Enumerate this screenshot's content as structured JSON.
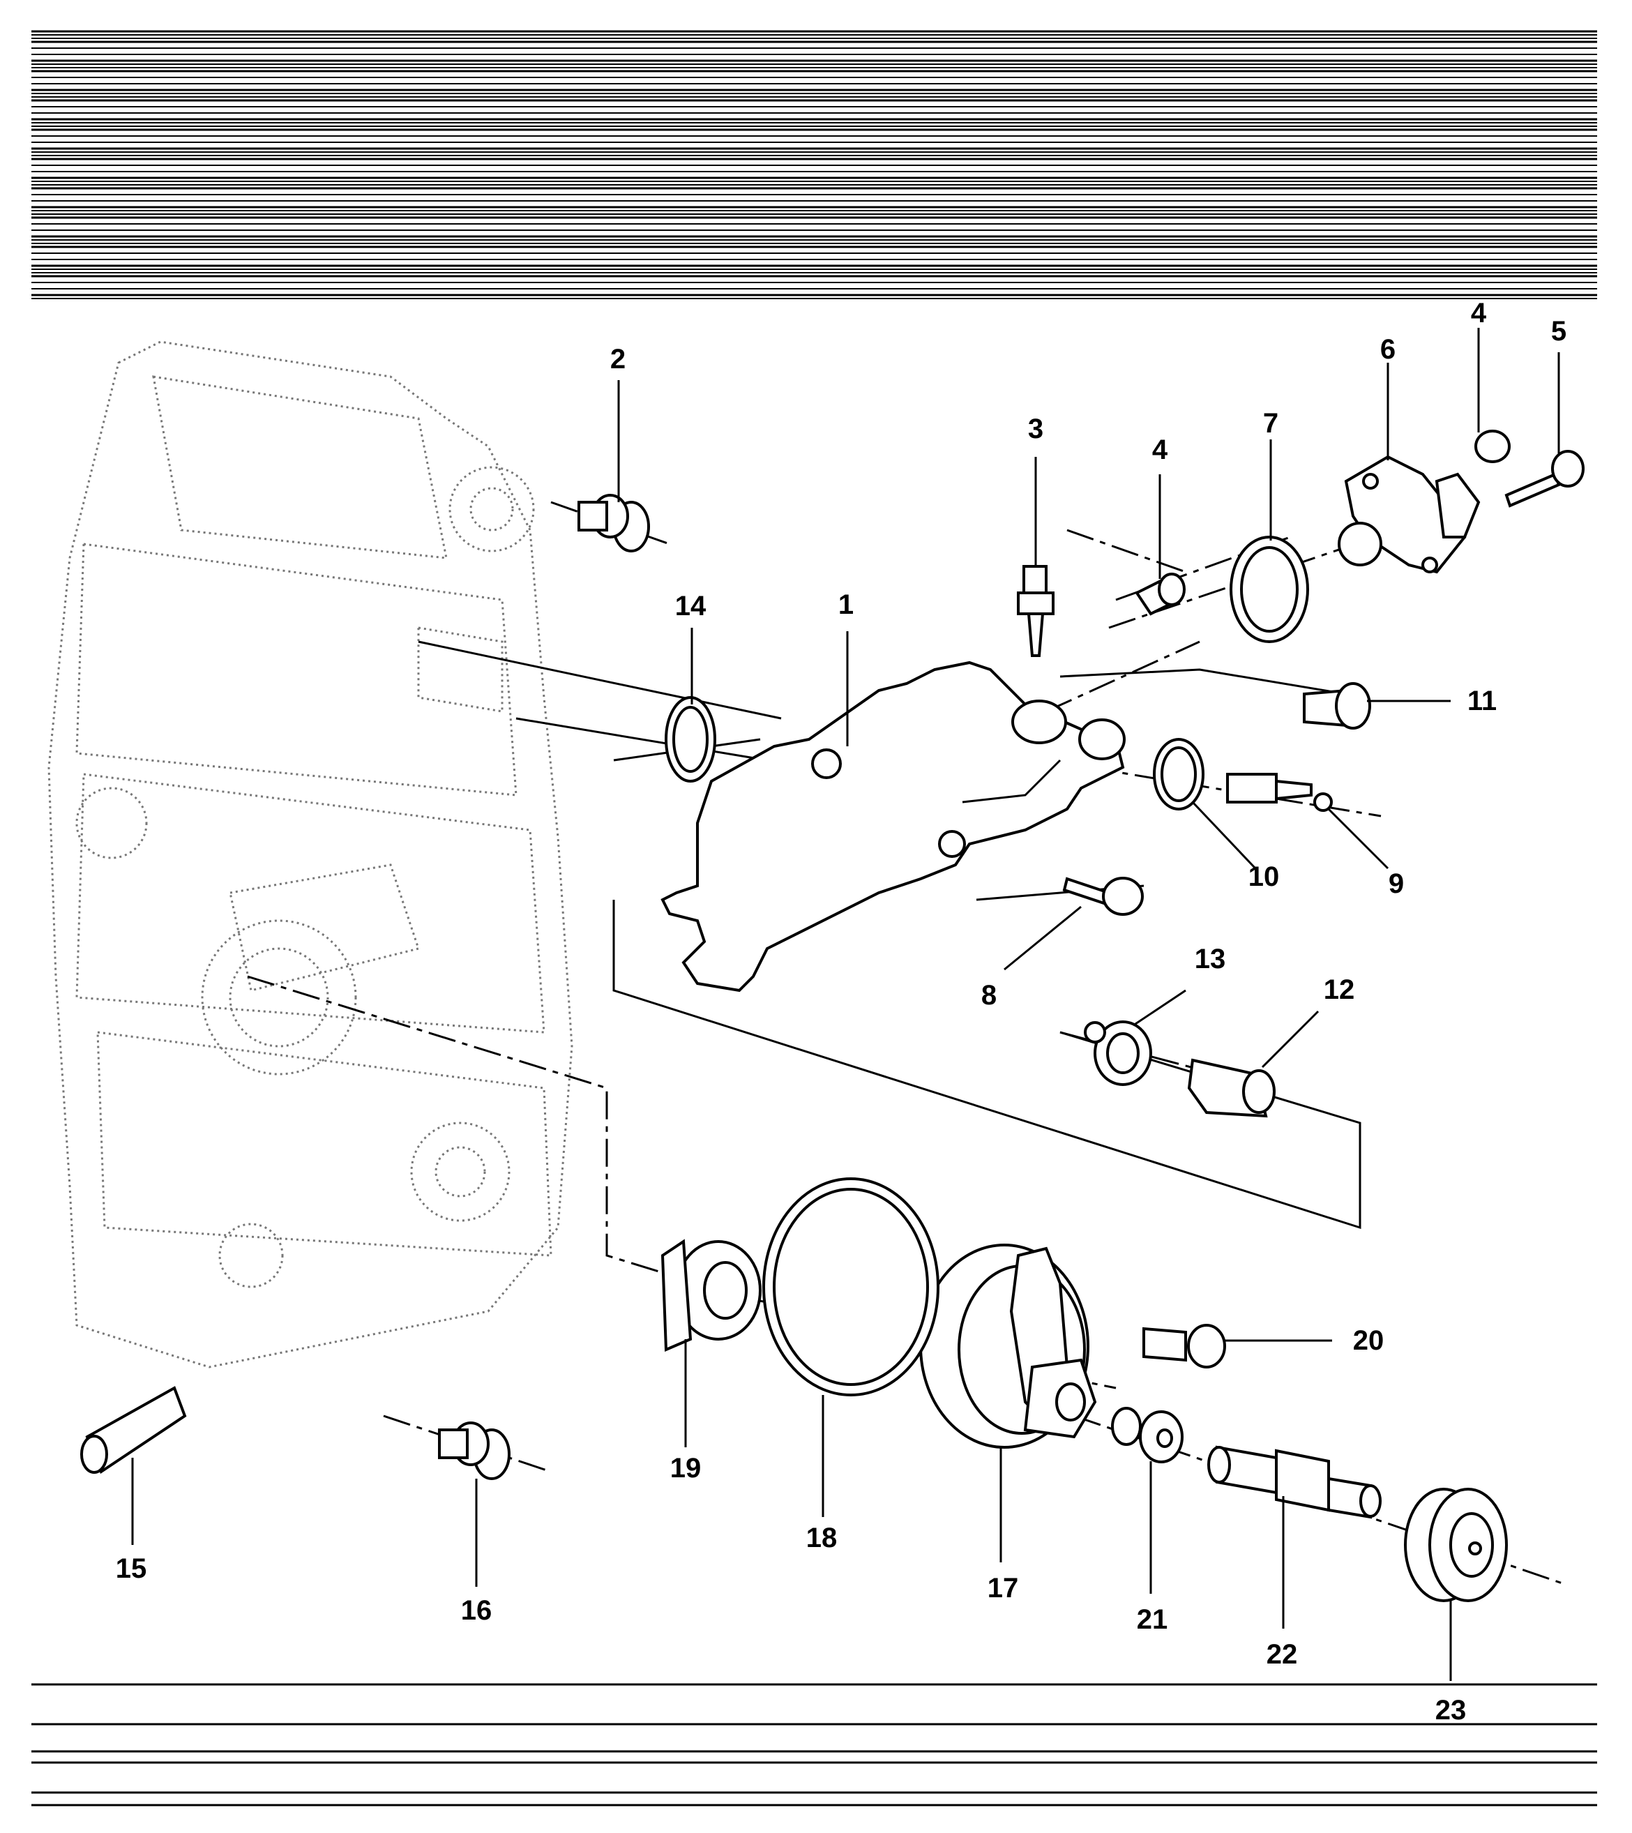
{
  "diagram": {
    "kind": "exploded parts diagram",
    "part_labels": [
      {
        "id": "p1",
        "text": "1"
      },
      {
        "id": "p2",
        "text": "2"
      },
      {
        "id": "p3",
        "text": "3"
      },
      {
        "id": "p4a",
        "text": "4"
      },
      {
        "id": "p4b",
        "text": "4"
      },
      {
        "id": "p5",
        "text": "5"
      },
      {
        "id": "p6",
        "text": "6"
      },
      {
        "id": "p7",
        "text": "7"
      },
      {
        "id": "p8",
        "text": "8"
      },
      {
        "id": "p9",
        "text": "9"
      },
      {
        "id": "p10",
        "text": "10"
      },
      {
        "id": "p11",
        "text": "11"
      },
      {
        "id": "p12",
        "text": "12"
      },
      {
        "id": "p13",
        "text": "13"
      },
      {
        "id": "p14",
        "text": "14"
      },
      {
        "id": "p15",
        "text": "15"
      },
      {
        "id": "p16",
        "text": "16"
      },
      {
        "id": "p17",
        "text": "17"
      },
      {
        "id": "p18",
        "text": "18"
      },
      {
        "id": "p19",
        "text": "19"
      },
      {
        "id": "p20",
        "text": "20"
      },
      {
        "id": "p21",
        "text": "21"
      },
      {
        "id": "p22",
        "text": "22"
      },
      {
        "id": "p23",
        "text": "23"
      }
    ]
  }
}
